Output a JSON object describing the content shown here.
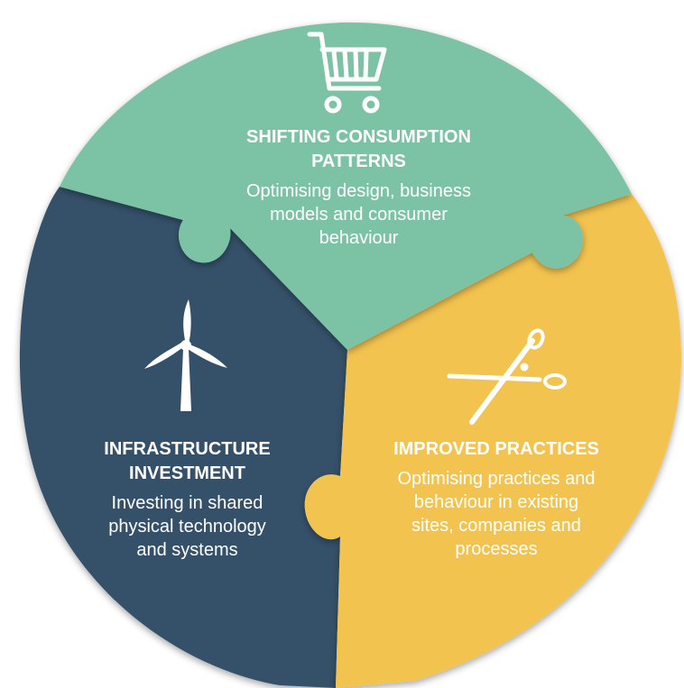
{
  "colors": {
    "teal": "#7CC3A6",
    "navy": "#34516B",
    "yellow": "#F3C350",
    "text": "#FFFFFF"
  },
  "pieces": {
    "top": {
      "icon": "shopping-cart-icon",
      "title_line1": "SHIFTING CONSUMPTION",
      "title_line2": "PATTERNS",
      "desc_line1": "Optimising design, business",
      "desc_line2": "models and consumer",
      "desc_line3": "behaviour"
    },
    "left": {
      "icon": "wind-turbine-icon",
      "title_line1": "INFRASTRUCTURE",
      "title_line2": "INVESTMENT",
      "desc_line1": "Investing in shared",
      "desc_line2": "physical technology",
      "desc_line3": "and systems"
    },
    "right": {
      "icon": "scissors-icon",
      "title_line1": "IMPROVED PRACTICES",
      "desc_line1": "Optimising practices and",
      "desc_line2": "behaviour in existing",
      "desc_line3": "sites, companies and",
      "desc_line4": "processes"
    }
  }
}
